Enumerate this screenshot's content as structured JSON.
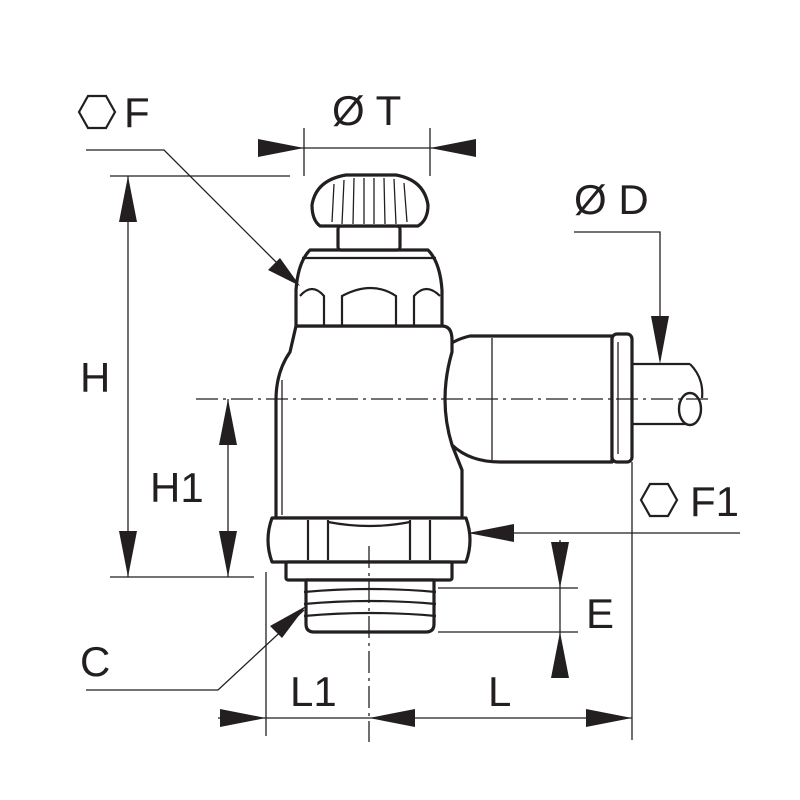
{
  "labels": {
    "hex_f": "F",
    "dia_t": "Ø T",
    "dia_d": "Ø D",
    "h": "H",
    "h1": "H1",
    "hex_f1": "F1",
    "e": "E",
    "c": "C",
    "l1": "L1",
    "l": "L"
  },
  "icons": {
    "hexagon": "hexagon-icon"
  },
  "colors": {
    "line": "#231f20",
    "background": "#ffffff"
  }
}
